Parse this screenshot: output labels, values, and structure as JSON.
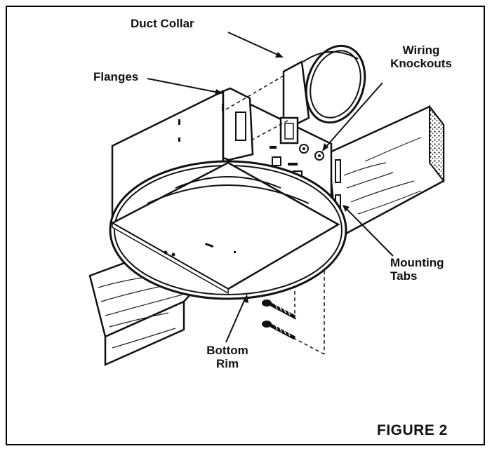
{
  "labels": {
    "duct_collar": "Duct Collar",
    "wiring_knockouts_line1": "Wiring",
    "wiring_knockouts_line2": "Knockouts",
    "flanges": "Flanges",
    "mounting_tabs_line1": "Mounting",
    "mounting_tabs_line2": "Tabs",
    "bottom_rim_line1": "Bottom",
    "bottom_rim_line2": "Rim"
  },
  "figure_caption": "FIGURE 2",
  "colors": {
    "ink": "#111111",
    "background": "#ffffff"
  }
}
